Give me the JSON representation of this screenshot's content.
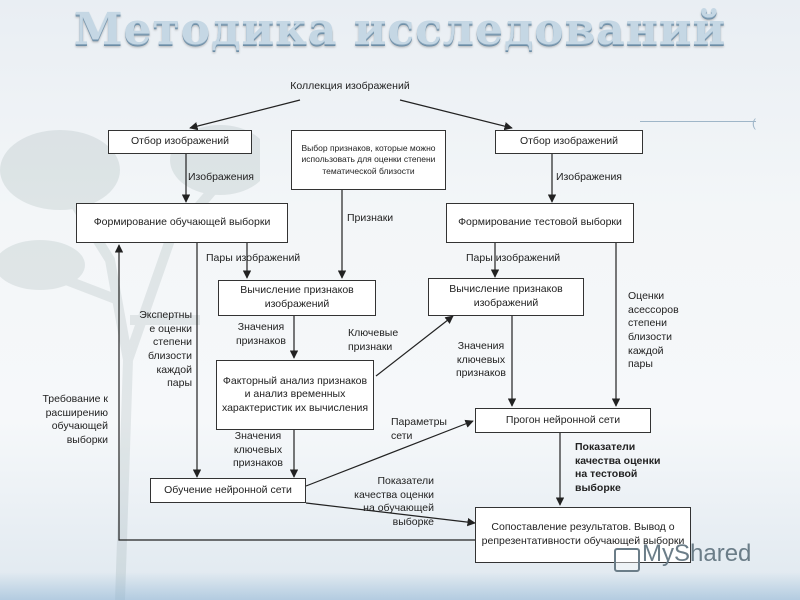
{
  "title": "Методика исследований",
  "nodes": {
    "collection": "Коллекция изображений",
    "select_left": "Отбор изображений",
    "feature_choice": "Выбор признаков, которые можно использовать для оценки степени тематической близости",
    "select_right": "Отбор изображений",
    "train_set": "Формирование обучающей выборки",
    "test_set": "Формирование тестовой выборки",
    "calc_left": "Вычисление признаков изображений",
    "calc_right": "Вычисление признаков изображений",
    "factor": "Факторный анализ признаков и анализ временных характеристик их вычисления",
    "run_nn": "Прогон нейронной сети",
    "train_nn": "Обучение нейронной сети",
    "compare": "Сопоставление результатов. Вывод о репрезентативности обучающей выборки"
  },
  "labels": {
    "images_left": "Изображения",
    "images_right": "Изображения",
    "features": "Признаки",
    "pairs_left": "Пары  изображений",
    "pairs_right": "Пары  изображений",
    "expert": "Экспертны\nе оценки\nстепени\nблизости\nкаждой\nпары",
    "assessor": "Оценки\nасессоров\nстепени\nблизости\nкаждой\nпары",
    "feature_values": "Значения\nпризнаков",
    "key_features": "Ключевые\nпризнаки",
    "key_values_right": "Значения\nключевых\nпризнаков",
    "key_values_left": "Значения\nключевых\nпризнаков",
    "network_params": "Параметры\nсети",
    "expand_request": "Требование к\nрасширению\nобучающей\nвыборки",
    "train_quality": "Показатели\nкачества оценки\nна обучающей\nвыборке",
    "test_quality": "Показатели\nкачества оценки\nна тестовой\nвыборке"
  },
  "watermark": "MyShared"
}
